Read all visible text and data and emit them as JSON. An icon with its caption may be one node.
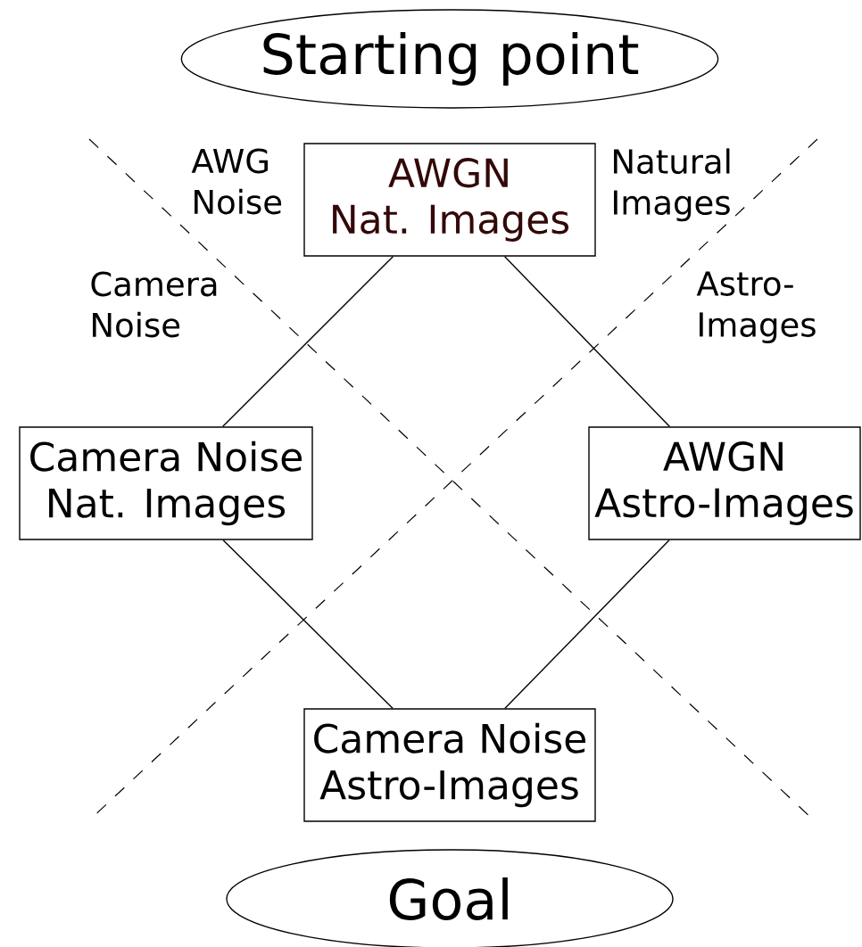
{
  "diagram": {
    "nodes": [
      {
        "text": [
          "Starting point"
        ]
      },
      {
        "text": [
          "AWGN",
          "Nat. Images"
        ]
      },
      {
        "text": [
          "Camera Noise",
          "Nat. Images"
        ]
      },
      {
        "text": [
          "AWGN",
          "Astro-Images"
        ]
      },
      {
        "text": [
          "Camera Noise",
          "Astro-Images"
        ]
      },
      {
        "text": [
          "Goal"
        ]
      }
    ],
    "edges": [
      {
        "from": 1,
        "to": 2,
        "arrow": "none"
      },
      {
        "from": 1,
        "to": 3,
        "arrow": "none"
      },
      {
        "from": 2,
        "to": 4,
        "arrow": "none"
      },
      {
        "from": 3,
        "to": 4,
        "arrow": "none"
      }
    ],
    "labels": [
      "AWG Noise",
      "Natural Images",
      "Camera Noise",
      "Astro-Images"
    ]
  }
}
